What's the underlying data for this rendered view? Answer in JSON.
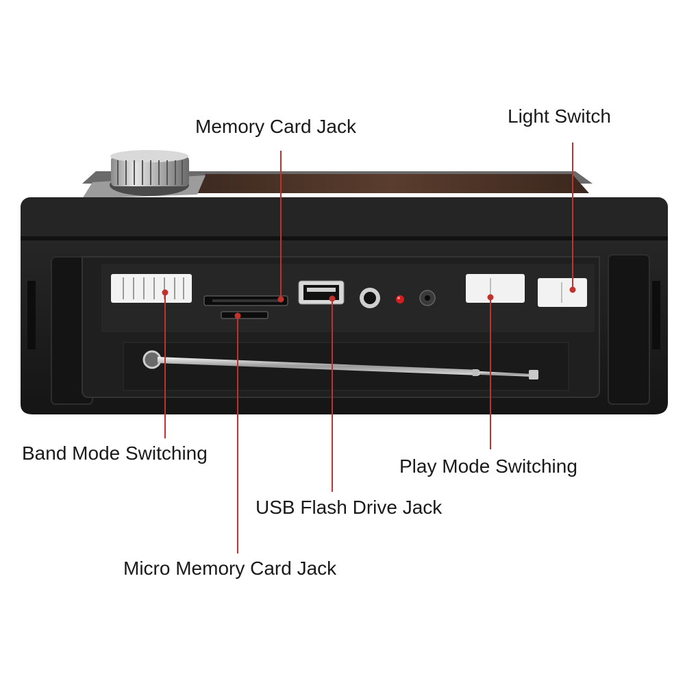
{
  "callouts": {
    "memory_card_jack": "Memory Card Jack",
    "light_switch": "Light Switch",
    "band_mode_switching": "Band Mode Switching",
    "play_mode_switching": "Play Mode Switching",
    "usb_flash_drive_jack": "USB Flash Drive Jack",
    "micro_memory_card_jack": "Micro Memory Card Jack"
  },
  "colors": {
    "background": "#ffffff",
    "body": "#1c1c1c",
    "panel": "#222222",
    "wood_top": "#4a3226",
    "leader_line": "#c0322b",
    "switch_white": "#f2f2f2",
    "led_red": "#d22020",
    "label_text": "#1a1a1a"
  },
  "icons": {
    "tuning_knob": "knob-icon",
    "antenna": "antenna-icon"
  }
}
